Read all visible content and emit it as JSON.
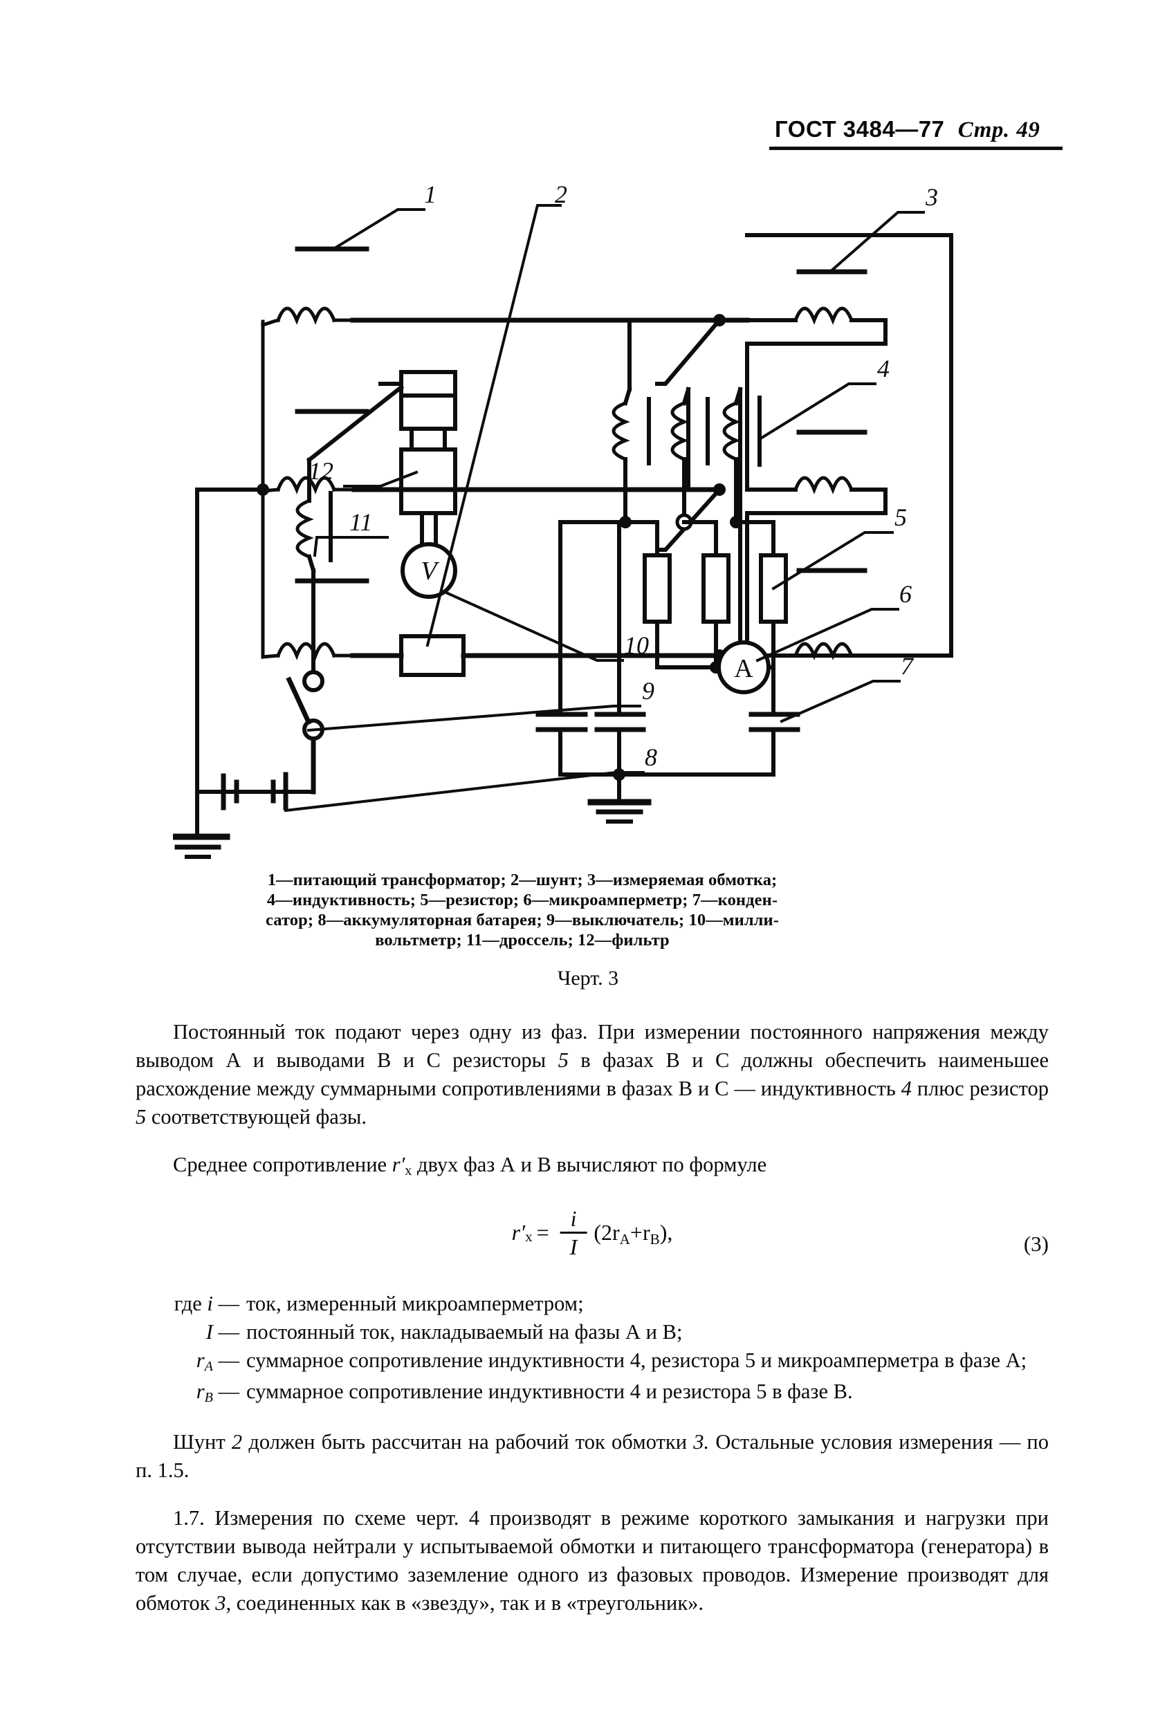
{
  "header": {
    "standard": "ГОСТ 3484—77",
    "page_label": "Стр.",
    "page_number": "49"
  },
  "figure": {
    "label": "Черт. 3",
    "callouts": {
      "c1": "1",
      "c2": "2",
      "c3": "3",
      "c4": "4",
      "c5": "5",
      "c6": "6",
      "c7": "7",
      "c8": "8",
      "c9": "9",
      "c10": "10",
      "c11": "11",
      "c12": "12"
    },
    "meters": {
      "voltmeter": "V",
      "microammeter": "A"
    },
    "caption_lines": [
      "1—питающий трансформатор; 2—шунт; 3—измеряемая обмотка;",
      "4—индуктивность; 5—резистор; 6—микроамперметр; 7—конден-",
      "сатор; 8—аккумуляторная батарея; 9—выключатель; 10—милли-",
      "вольтметр; 11—дроссель; 12—фильтр"
    ],
    "legend_items": [
      {
        "num": "1",
        "text": "питающий трансформатор"
      },
      {
        "num": "2",
        "text": "шунт"
      },
      {
        "num": "3",
        "text": "измеряемая обмотка"
      },
      {
        "num": "4",
        "text": "индуктивность"
      },
      {
        "num": "5",
        "text": "резистор"
      },
      {
        "num": "6",
        "text": "микроамперметр"
      },
      {
        "num": "7",
        "text": "конденсатор"
      },
      {
        "num": "8",
        "text": "аккумуляторная батарея"
      },
      {
        "num": "9",
        "text": "выключатель"
      },
      {
        "num": "10",
        "text": "милливольтметр"
      },
      {
        "num": "11",
        "text": "дроссель"
      },
      {
        "num": "12",
        "text": "фильтр"
      }
    ]
  },
  "body": {
    "para1_html": "Постоянный ток подают через одну из фаз. При измерении постоянного напряжения между выводом А и выводами В и С резисторы <i class=\"it\">5</i> в фазах В и С должны обеспечить наименьшее расхождение между суммарными сопротивлениями в фазах В и С&nbsp;— индуктивность <i class=\"it\">4</i> плюс резистор <i class=\"it\">5</i> соответствующей фазы.",
    "para2_html": "Среднее сопротивление <i class=\"it\">r′</i><sub>х</sub> двух фаз А и В вычисляют по формуле",
    "formula": {
      "lhs": "r′",
      "lhs_sub": "х",
      "eq": "=",
      "numerator": "i",
      "denominator": "I",
      "rhs": "(2r",
      "rhs_sub_a": "А",
      "rhs_plus": "+r",
      "rhs_sub_b": "В",
      "rhs_tail": "),",
      "number": "(3)"
    },
    "where_label": "где",
    "where_items": [
      {
        "symbol": "i",
        "dash": "—",
        "text": "ток, измеренный микроамперметром;"
      },
      {
        "symbol": "I",
        "dash": "—",
        "text": "постоянный ток, накладываемый на фазы А и В;"
      },
      {
        "symbol": "rА",
        "dash": "—",
        "text": "суммарное сопротивление индуктивности 4, резистора 5 и микроамперметра в фазе А;"
      },
      {
        "symbol": "rВ",
        "dash": "—",
        "text": "суммарное сопротивление индуктивности 4 и резистора 5 в фазе В."
      }
    ],
    "para3_html": "Шунт <i class=\"it\">2</i> должен быть рассчитан на рабочий ток обмотки <i class=\"it\">3.</i> Остальные условия измерения&nbsp;— по п. 1.5.",
    "para4_html": "1.7. Измерения по схеме черт. 4 производят в режиме короткого замыкания и нагрузки при отсутствии вывода нейтрали у испытываемой обмотки и питающего трансформатора (генератора) в том случае, если допустимо заземление одного из фазовых проводов. Измерение производят для обмоток <i class=\"it\">3,</i> соединенных как в «звезду», так и в «треугольник»."
  },
  "colors": {
    "ink": "#0a0a0a",
    "paper": "#ffffff"
  }
}
